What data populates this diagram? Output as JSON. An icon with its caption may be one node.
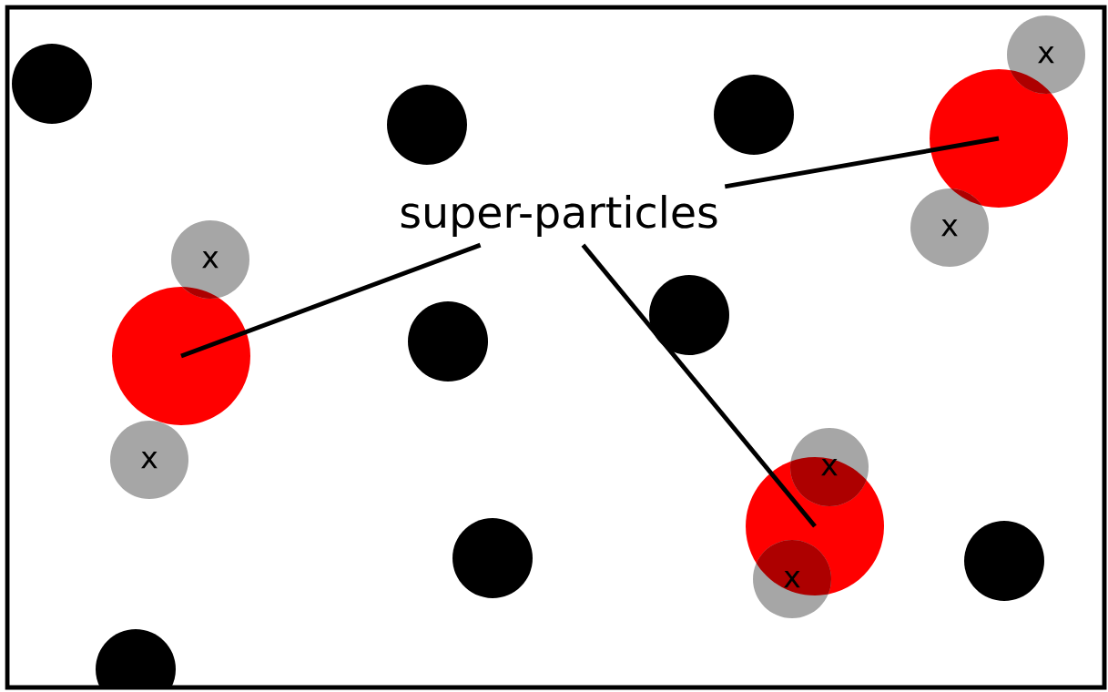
{
  "diagram": {
    "nodes": [
      {
        "text": [
          "super-particles"
        ]
      },
      {
        "text": [],
        "shape": "circle"
      },
      {
        "text": [],
        "shape": "circle"
      },
      {
        "text": [],
        "shape": "circle"
      },
      {
        "text": [
          "x"
        ]
      },
      {
        "text": [
          "x"
        ]
      },
      {
        "text": [
          "x"
        ]
      },
      {
        "text": [
          "x"
        ]
      },
      {
        "text": [
          "x"
        ]
      },
      {
        "text": [
          "x"
        ]
      },
      {
        "text": [],
        "shape": "circle"
      },
      {
        "text": [],
        "shape": "circle"
      },
      {
        "text": [],
        "shape": "circle"
      },
      {
        "text": [],
        "shape": "circle"
      },
      {
        "text": [],
        "shape": "circle"
      },
      {
        "text": [],
        "shape": "circle"
      },
      {
        "text": [],
        "shape": "circle"
      },
      {
        "text": [],
        "shape": "circle"
      }
    ],
    "edges": [
      {
        "from": 0,
        "to": 1,
        "arrow": "none"
      },
      {
        "from": 0,
        "to": 2,
        "arrow": "none"
      },
      {
        "from": 0,
        "to": 3,
        "arrow": "none"
      }
    ]
  }
}
